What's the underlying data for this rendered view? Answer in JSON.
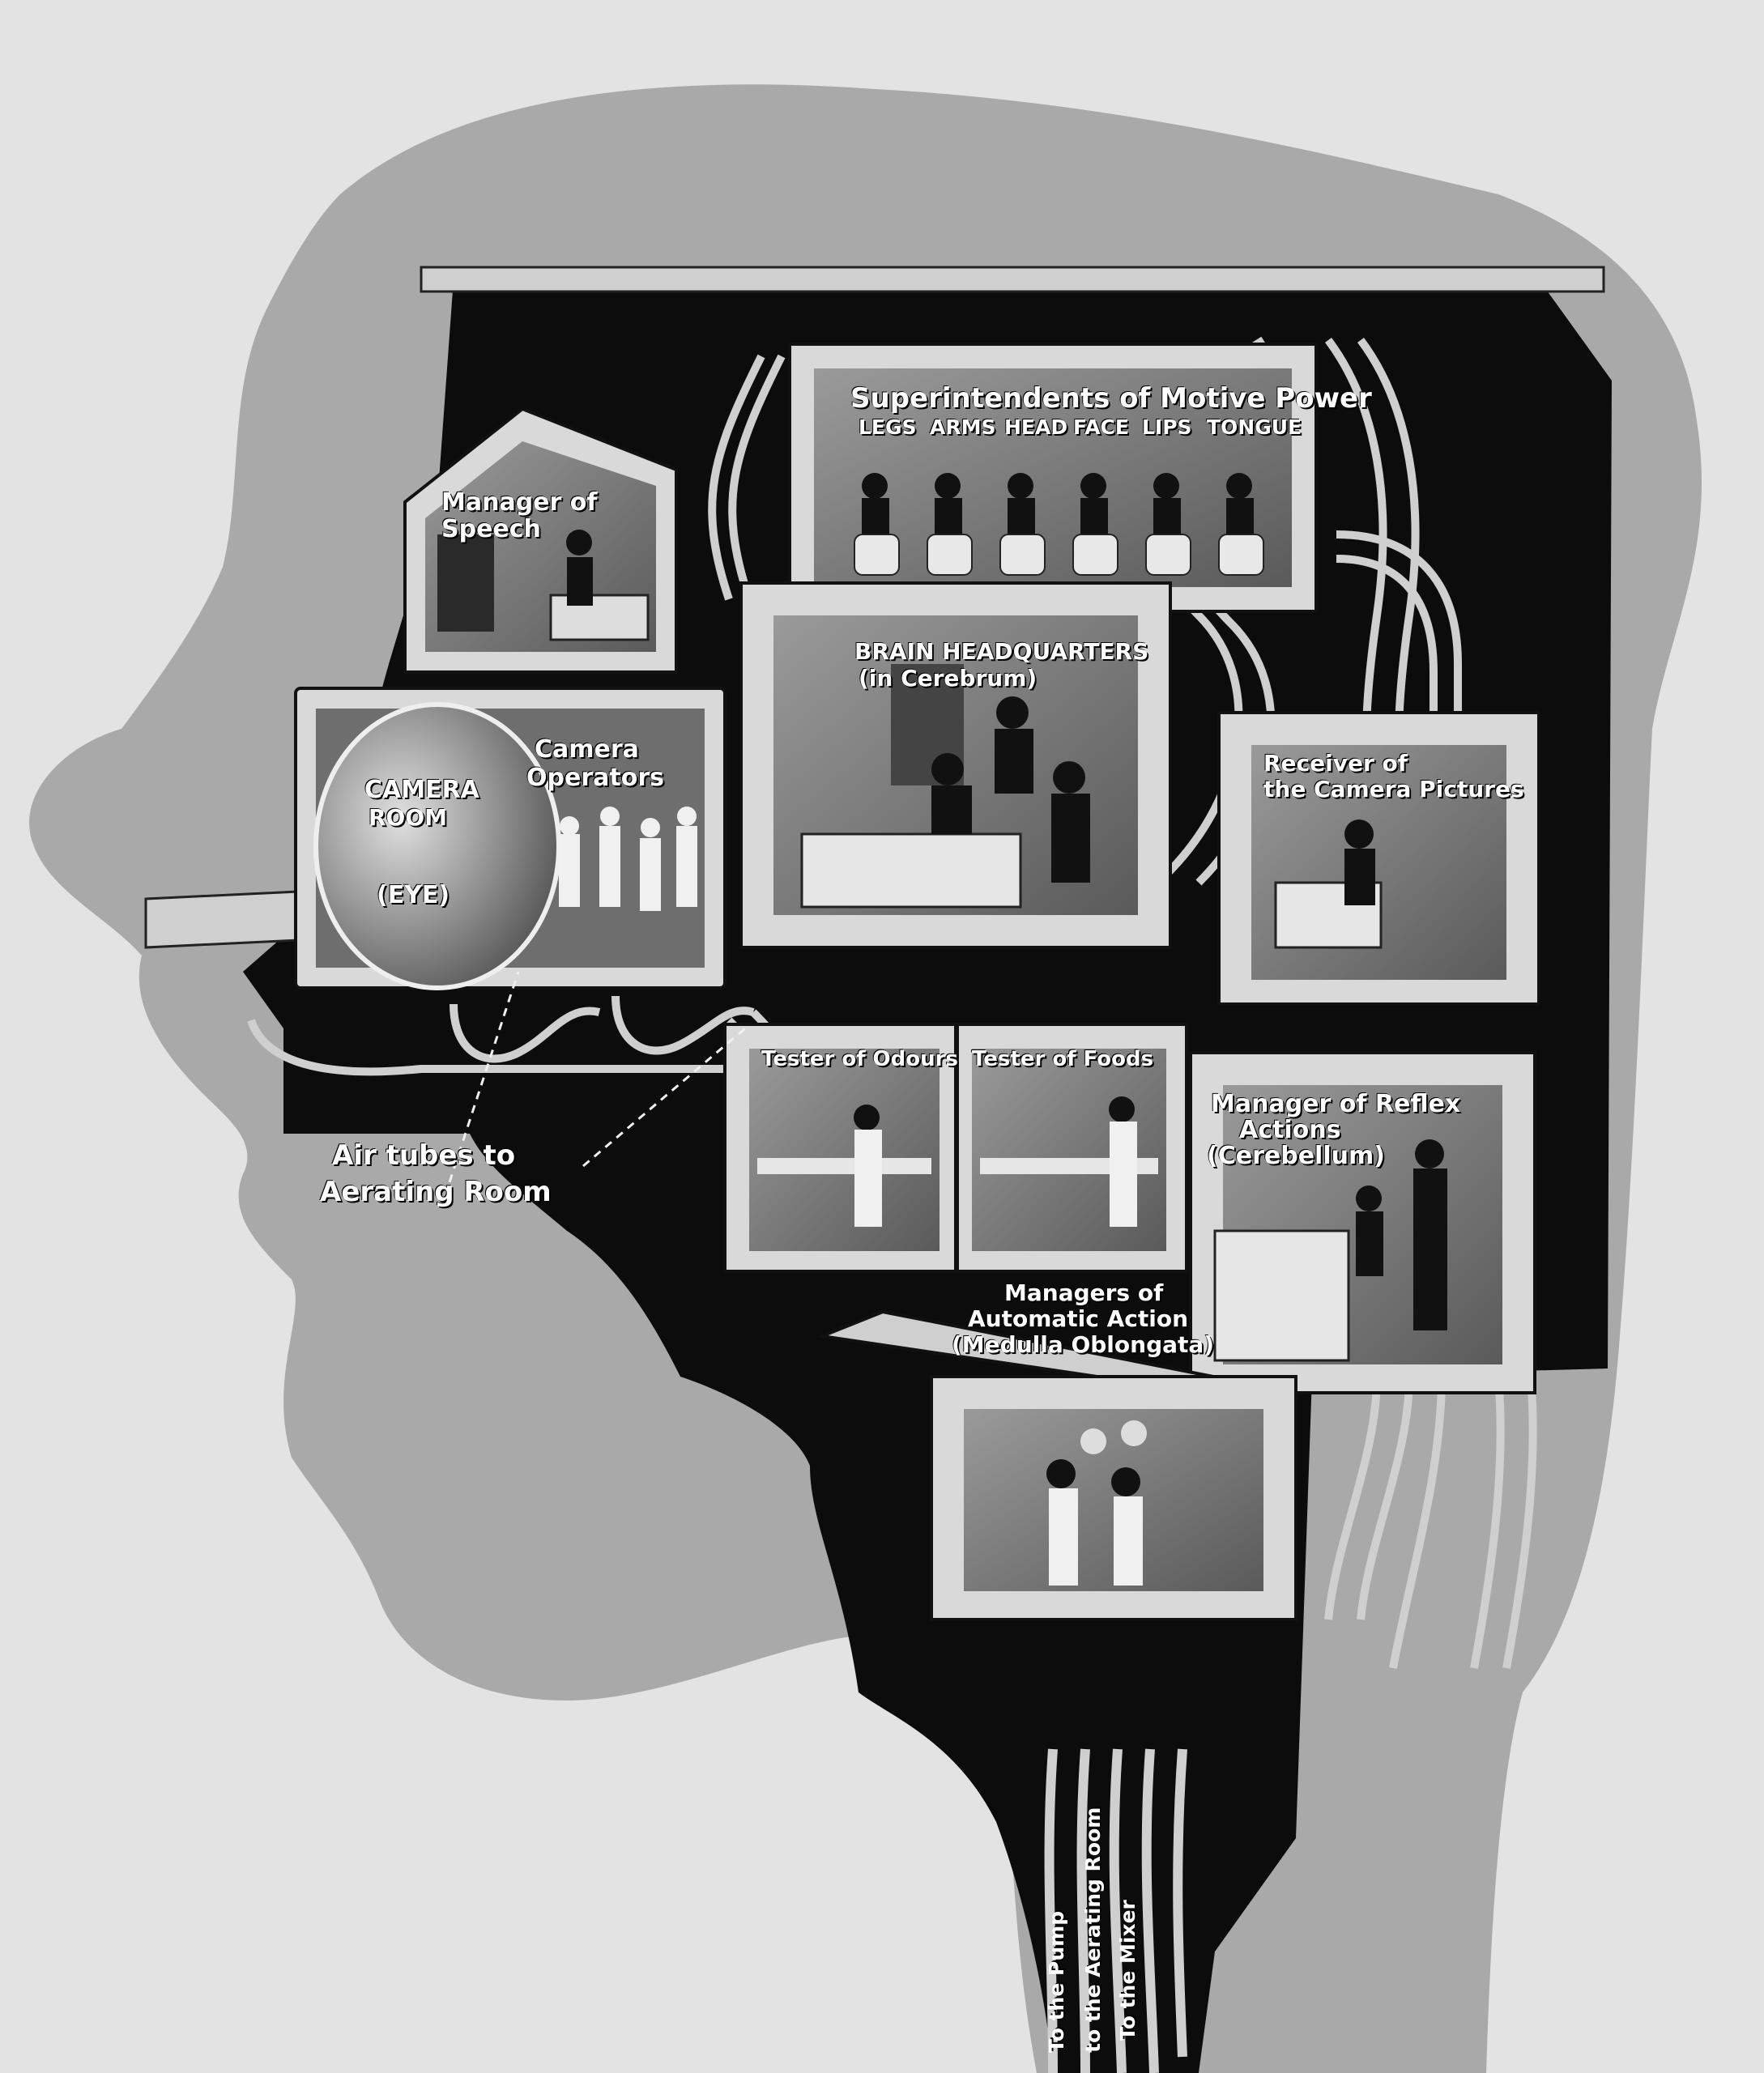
{
  "labels": {
    "motive_power_title": "Superintendents of Motive Power",
    "motive_sub": [
      "LEGS",
      "ARMS",
      "HEAD",
      "FACE",
      "LIPS",
      "TONGUE"
    ],
    "speech_1": "Manager of",
    "speech_2": "Speech",
    "hq_1": "BRAIN HEADQUARTERS",
    "hq_2": "(in Cerebrum)",
    "camera_room_1": "CAMERA",
    "camera_room_2": "ROOM",
    "eye": "(EYE)",
    "camera_ops_1": "Camera",
    "camera_ops_2": "Operators",
    "receiver_1": "Receiver of",
    "receiver_2": "the Camera Pictures",
    "odours": "Tester of Odours",
    "foods": "Tester of Foods",
    "reflex_1": "Manager of Reflex",
    "reflex_2": "Actions",
    "reflex_3": "(Cerebellum)",
    "automatic_1": "Managers of",
    "automatic_2": "Automatic Action",
    "automatic_3": "(Medulla Oblongata)",
    "air_1": "Air tubes to",
    "air_2": "Aerating Room",
    "neck_1": "To the Pump",
    "neck_2": "to the Aerating Room",
    "neck_3": "To the Mixer"
  },
  "colors": {
    "background": "#e3e3e3",
    "head": "#a9a9a9",
    "interior": "#0c0c0c",
    "room_frame": "#d9d9d9",
    "room_inside": "#7a7a7a",
    "label": "#ffffff"
  }
}
